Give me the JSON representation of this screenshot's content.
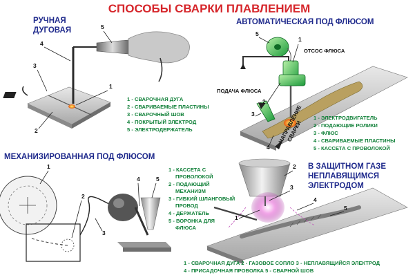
{
  "title": "СПОСОБЫ СВАРКИ ПЛАВЛЕНИЕМ",
  "manual": {
    "heading_line1": "РУЧНАЯ",
    "heading_line2": "ДУГОВАЯ",
    "numbers": [
      "1",
      "2",
      "3",
      "4",
      "5"
    ],
    "legend": [
      "1 - СВАРОЧНАЯ ДУГА",
      "2 - СВАРИВАЕМЫЕ ПЛАСТИНЫ",
      "3 - СВАРОЧНЫЙ ШОВ",
      "4 - ПОКРЫТЫЙ ЭЛЕКТРОД",
      "5 - ЭЛЕКТРОДЕРЖАТЕЛЬ"
    ]
  },
  "automatic": {
    "heading": "АВТОМАТИЧЕСКАЯ ПОД ФЛЮСОМ",
    "flux_suction": "ОТСОС ФЛЮСА",
    "flux_feed": "ПОДАЧА ФЛЮСА",
    "direction_line1": "НАПРАВЛЕНИЕ",
    "direction_line2": "СВАРКИ",
    "numbers": [
      "1",
      "2",
      "3",
      "4",
      "5"
    ],
    "legend": [
      "1 - ЭЛЕКТРОДВИГАТЕЛЬ",
      "2 - ПОДАЮЩИЕ РОЛИКИ",
      "3 - ФЛЮС",
      "4 - СВАРИВАЕМЫЕ ПЛАСТИНЫ",
      "5 - КАССЕТА С ПРОВОЛОКОЙ"
    ]
  },
  "mechanized": {
    "heading": "МЕХАНИЗИРОВАННАЯ  ПОД ФЛЮСОМ",
    "numbers": [
      "1",
      "2",
      "3",
      "4",
      "5"
    ],
    "legend": [
      "1 - КАССЕТА С",
      "ПРОВОЛОКОЙ",
      "2 - ПОДАЮЩИЙ",
      "МЕХАНИЗМ",
      "3 - ГИБКИЙ ШЛАНГОВЫЙ",
      "ПРОВОД",
      "4 - ДЕРЖАТЕЛЬ",
      "5 - ВОРОНКА ДЛЯ",
      "ФЛЮСА"
    ]
  },
  "gas": {
    "heading_line1": "В ЗАЩИТНОМ ГАЗЕ",
    "heading_line2": "НЕПЛАВЯЩИМСЯ",
    "heading_line3": "ЭЛЕКТРОДОМ",
    "numbers": [
      "1",
      "2",
      "3",
      "4",
      "5"
    ],
    "legend_line1": "1 - СВАРОЧНАЯ ДУГА   2 - ГАЗОВОЕ СОПЛО   3 - НЕПЛАВЯЩИЙСЯ ЭЛЕКТРОД",
    "legend_line2": "4 - ПРИСАДОЧНАЯ ПРОВОЛКА   5 - СВАРНОЙ ШОВ"
  }
}
